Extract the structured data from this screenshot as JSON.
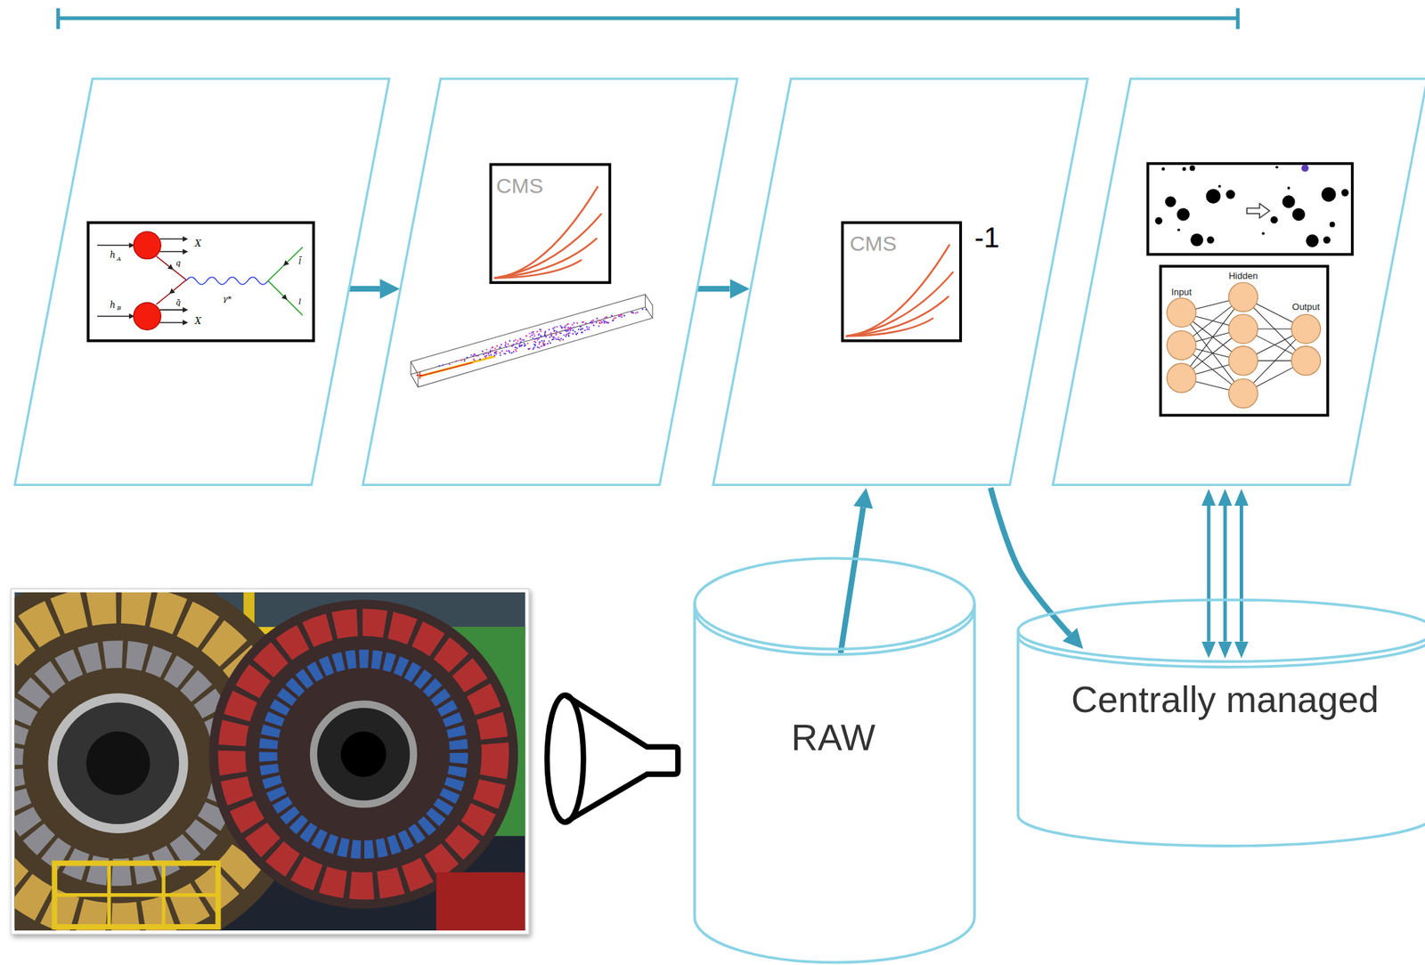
{
  "diagram": {
    "nodes": [
      {
        "text": [
          "X",
          "h",
          "A",
          "q",
          "γ*",
          "q̄",
          "h",
          "B",
          "X",
          "l̄",
          "l"
        ]
      },
      {
        "text": [
          "CMS"
        ]
      },
      {
        "text": [
          "CMS",
          "-1"
        ]
      },
      {
        "text": [
          "Input",
          "Hidden",
          "Output"
        ]
      },
      {
        "text": [
          "RAW"
        ]
      },
      {
        "text": [
          "Centrally managed"
        ]
      }
    ],
    "edges": [
      {
        "from": 0,
        "to": 1,
        "arrow": "to"
      },
      {
        "from": 1,
        "to": 2,
        "arrow": "to"
      },
      {
        "from": 4,
        "to": 2,
        "arrow": "to"
      },
      {
        "from": 2,
        "to": 5,
        "arrow": "to"
      },
      {
        "from": 3,
        "to": 5,
        "arrow": "both"
      },
      {
        "from": 3,
        "to": 5,
        "arrow": "both"
      },
      {
        "from": 3,
        "to": 5,
        "arrow": "both"
      }
    ]
  }
}
